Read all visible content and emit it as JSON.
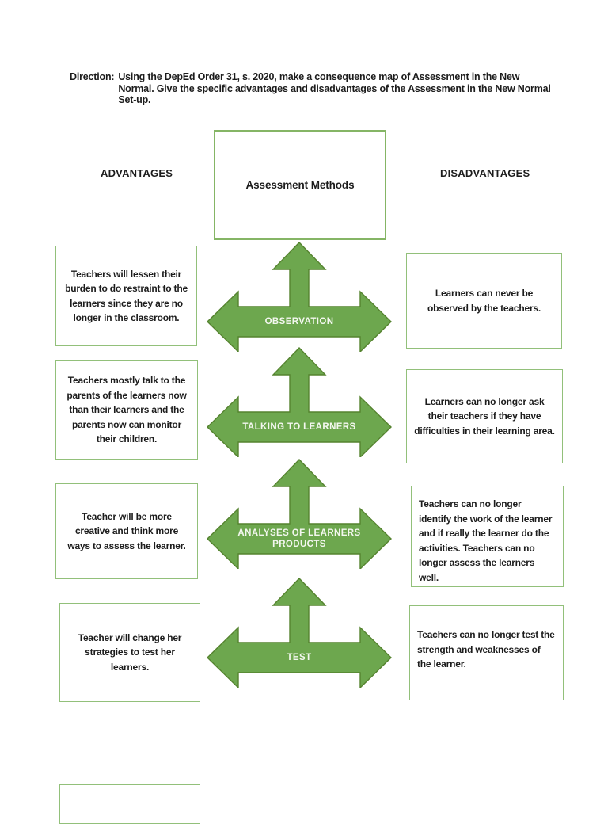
{
  "instruction": {
    "label": "Direction:",
    "lines": [
      "Using the DepEd Order 31, s. 2020, make a consequence map of Assessment in the New",
      "Normal. Give the specific advantages and disadvantages of the Assessment in the New Normal",
      "Set-up."
    ]
  },
  "columns": {
    "advantages_header": "ADVANTAGES",
    "disadvantages_header": "DISADVANTAGES"
  },
  "center_box": {
    "title": "Assessment Methods"
  },
  "rows": [
    {
      "method_line1": "OBSERVATION",
      "method_line2": "",
      "advantage": "Teachers will lessen their burden to do restraint to the learners since they are no longer in the classroom.",
      "disadvantage": "Learners can never be observed by the teachers."
    },
    {
      "method_line1": "TALKING TO LEARNERS",
      "method_line2": "",
      "advantage": "Teachers mostly talk to the parents of the learners now than their learners and the parents now can monitor their children.",
      "disadvantage": "Learners can no longer ask their teachers if they have difficulties in their learning area."
    },
    {
      "method_line1": "ANALYSES OF LEARNERS",
      "method_line2": "PRODUCTS",
      "advantage": "Teacher will be more creative and think more ways to assess the learner.",
      "disadvantage": "Teachers can no longer identify the work of the learner and if really the learner do the activities. Teachers can no longer assess the learners well."
    },
    {
      "method_line1": "TEST",
      "method_line2": "",
      "advantage": "Teacher will change her strategies to test her learners.",
      "disadvantage": "Teachers can no longer test the strength and weaknesses of the learner."
    }
  ],
  "colors": {
    "arrow_fill": "#6da74e",
    "arrow_border": "#55832f",
    "box_border": "#92c07a",
    "center_box_border": "#85b565",
    "arrow_text": "#f3f7ef",
    "text": "#1c1c1c"
  }
}
